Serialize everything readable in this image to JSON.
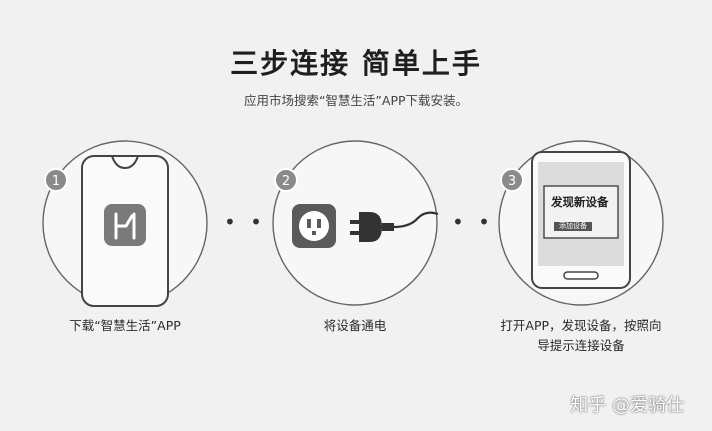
{
  "header": {
    "title": "三步连接  简单上手",
    "subtitle": "应用市场搜索“智慧生活”APP下载安装。"
  },
  "steps": [
    {
      "number": "1",
      "caption": "下载“智慧生活”APP"
    },
    {
      "number": "2",
      "caption": "将设备通电"
    },
    {
      "number": "3",
      "caption_line1": "打开APP，发现设备，按照向",
      "caption_line2": "导提示连接设备",
      "screen": {
        "title": "发现新设备",
        "button": "添加设备"
      }
    }
  ],
  "separator": "• • •",
  "watermark": "知乎 @爱骑仕",
  "colors": {
    "background": "#f1f1f1",
    "badge": "#8a8a8a",
    "circle_stroke": "#666666",
    "app_icon": "#7a7a7a"
  }
}
